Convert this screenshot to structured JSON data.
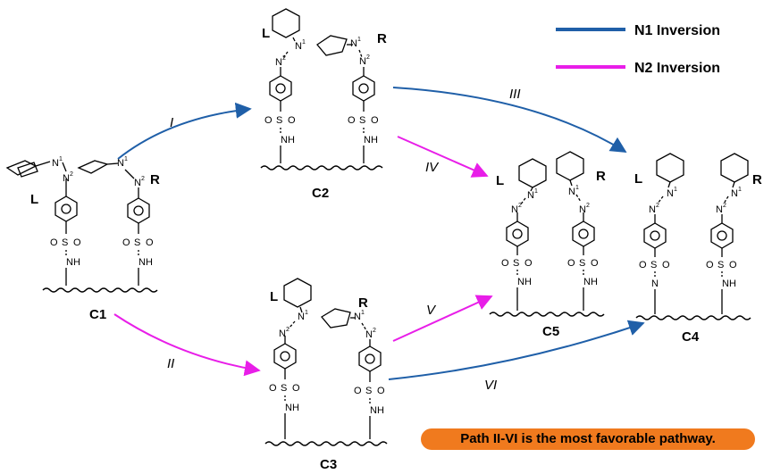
{
  "legend": [
    {
      "label": "N1 Inversion",
      "color": "#1f5fa8"
    },
    {
      "label": "N2 Inversion",
      "color": "#e81ee8"
    }
  ],
  "conformers": {
    "c1": {
      "name": "C1",
      "left_tag": "L",
      "right_tag": "R"
    },
    "c2": {
      "name": "C2",
      "left_tag": "L",
      "right_tag": "R"
    },
    "c3": {
      "name": "C3",
      "left_tag": "L",
      "right_tag": "R"
    },
    "c4": {
      "name": "C4",
      "left_tag": "L",
      "right_tag": "R"
    },
    "c5": {
      "name": "C5",
      "left_tag": "L",
      "right_tag": "R"
    }
  },
  "paths": [
    {
      "label": "I",
      "from": "C1",
      "to": "C2",
      "color": "#1f5fa8"
    },
    {
      "label": "II",
      "from": "C1",
      "to": "C3",
      "color": "#e81ee8"
    },
    {
      "label": "III",
      "from": "C2",
      "to": "C4",
      "color": "#1f5fa8"
    },
    {
      "label": "IV",
      "from": "C2",
      "to": "C5",
      "color": "#e81ee8"
    },
    {
      "label": "V",
      "from": "C3",
      "to": "C5",
      "color": "#e81ee8"
    },
    {
      "label": "VI",
      "from": "C3",
      "to": "C4",
      "color": "#1f5fa8"
    }
  ],
  "atoms": {
    "n1": "N",
    "n1_sup": "1",
    "n2": "N",
    "n2_sup": "2",
    "sulfur": "S",
    "oxygen": "O",
    "amine": "NH",
    "imine": "N"
  },
  "note": "Path II-VI is the most favorable pathway."
}
